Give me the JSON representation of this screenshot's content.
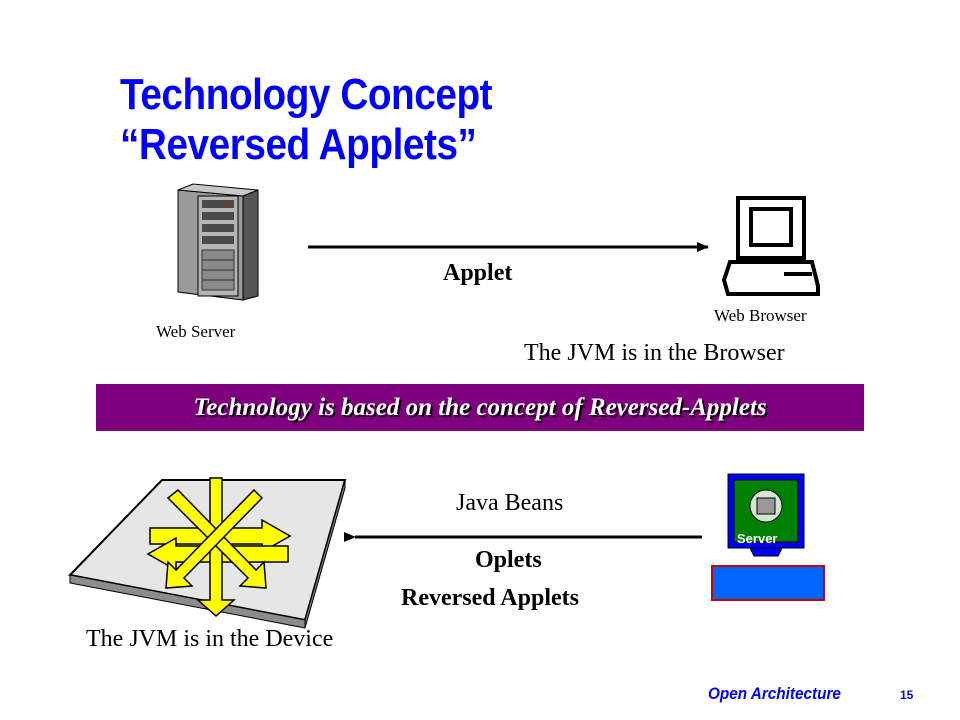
{
  "slide": {
    "title_line1": "Technology Concept",
    "title_line2": "“Reversed Applets”",
    "footer": "Open Architecture",
    "page_number": "15"
  },
  "top_row": {
    "server_label": "Web Server",
    "browser_label": "Web Browser",
    "arrow_label": "Applet",
    "jvm_note": "The JVM is in the Browser"
  },
  "banner": {
    "text": "Technology is based on the concept of Reversed-Applets",
    "background": "#7f007f"
  },
  "bottom_row": {
    "arrow_label_top": "Java Beans",
    "arrow_label_mid": "Oplets",
    "arrow_label_bottom": "Reversed Applets",
    "server_screen_label": "Server",
    "jvm_note": "The JVM is in the Device"
  },
  "colors": {
    "title": "#0000ff",
    "switch_arrows": "#ffff00",
    "server_box": "#0000ff",
    "server_screen": "#008000",
    "keyboard": "#0066ff",
    "keyboard_border": "#cc0000"
  }
}
